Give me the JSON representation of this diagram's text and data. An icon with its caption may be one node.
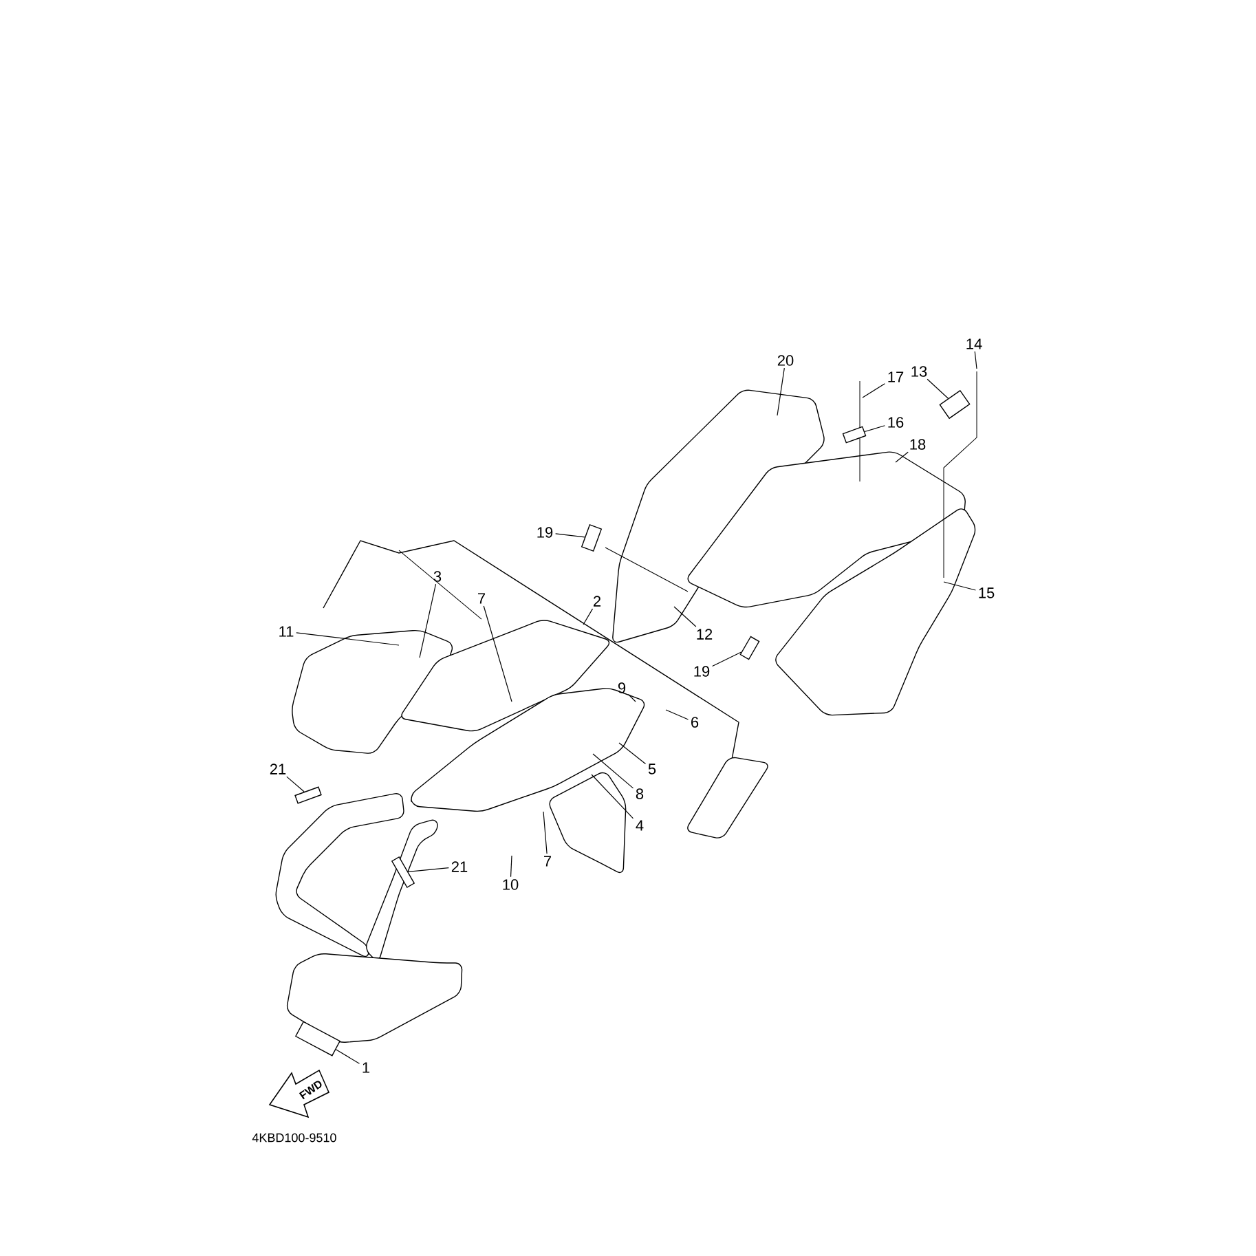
{
  "diagram": {
    "nodes": [
      {
        "text": [
          "20"
        ]
      },
      {
        "text": [
          "14"
        ]
      },
      {
        "text": [
          "17"
        ]
      },
      {
        "text": [
          "13"
        ]
      },
      {
        "text": [
          "16"
        ]
      },
      {
        "text": [
          "18"
        ]
      },
      {
        "text": [
          "19"
        ]
      },
      {
        "text": [
          "3"
        ]
      },
      {
        "text": [
          "7"
        ]
      },
      {
        "text": [
          "2"
        ]
      },
      {
        "text": [
          "15"
        ]
      },
      {
        "text": [
          "11"
        ]
      },
      {
        "text": [
          "12"
        ]
      },
      {
        "text": [
          "19"
        ]
      },
      {
        "text": [
          "9"
        ]
      },
      {
        "text": [
          "6"
        ]
      },
      {
        "text": [
          "5"
        ]
      },
      {
        "text": [
          "21"
        ]
      },
      {
        "text": [
          "8"
        ]
      },
      {
        "text": [
          "4"
        ]
      },
      {
        "text": [
          "7"
        ]
      },
      {
        "text": [
          "21"
        ]
      },
      {
        "text": [
          "10"
        ]
      },
      {
        "text": [
          "1"
        ]
      },
      {
        "text": [],
        "shape": "box"
      },
      {
        "text": [],
        "shape": "box"
      },
      {
        "text": [],
        "shape": "box"
      },
      {
        "text": [],
        "shape": "box"
      },
      {
        "text": [],
        "shape": "box"
      },
      {
        "text": [],
        "shape": "box"
      },
      {
        "text": [],
        "shape": "box"
      }
    ],
    "edges": [
      {
        "from": 0,
        "to": null,
        "arrow": "none"
      },
      {
        "from": 1,
        "to": null,
        "arrow": "none"
      },
      {
        "from": 2,
        "to": null,
        "arrow": "none"
      },
      {
        "from": 3,
        "to": 28,
        "arrow": "none"
      },
      {
        "from": 4,
        "to": 24,
        "arrow": "none"
      },
      {
        "from": 5,
        "to": null,
        "arrow": "none"
      },
      {
        "from": 6,
        "to": 25,
        "arrow": "none"
      },
      {
        "from": 7,
        "to": null,
        "arrow": "none"
      },
      {
        "from": 8,
        "to": null,
        "arrow": "none"
      },
      {
        "from": 9,
        "to": null,
        "arrow": "none"
      },
      {
        "from": 10,
        "to": null,
        "arrow": "none"
      },
      {
        "from": 11,
        "to": null,
        "arrow": "none"
      },
      {
        "from": 12,
        "to": null,
        "arrow": "none"
      },
      {
        "from": 13,
        "to": 26,
        "arrow": "none"
      },
      {
        "from": 14,
        "to": null,
        "arrow": "none"
      },
      {
        "from": 15,
        "to": null,
        "arrow": "none"
      },
      {
        "from": 16,
        "to": null,
        "arrow": "none"
      },
      {
        "from": 17,
        "to": 27,
        "arrow": "none"
      },
      {
        "from": 18,
        "to": null,
        "arrow": "none"
      },
      {
        "from": 19,
        "to": null,
        "arrow": "none"
      },
      {
        "from": 20,
        "to": null,
        "arrow": "none"
      },
      {
        "from": 21,
        "to": 29,
        "arrow": "none"
      },
      {
        "from": 22,
        "to": null,
        "arrow": "none"
      },
      {
        "from": 23,
        "to": 30,
        "arrow": "none"
      }
    ],
    "labels": [
      "FWD",
      "4KBD100-9510"
    ]
  }
}
